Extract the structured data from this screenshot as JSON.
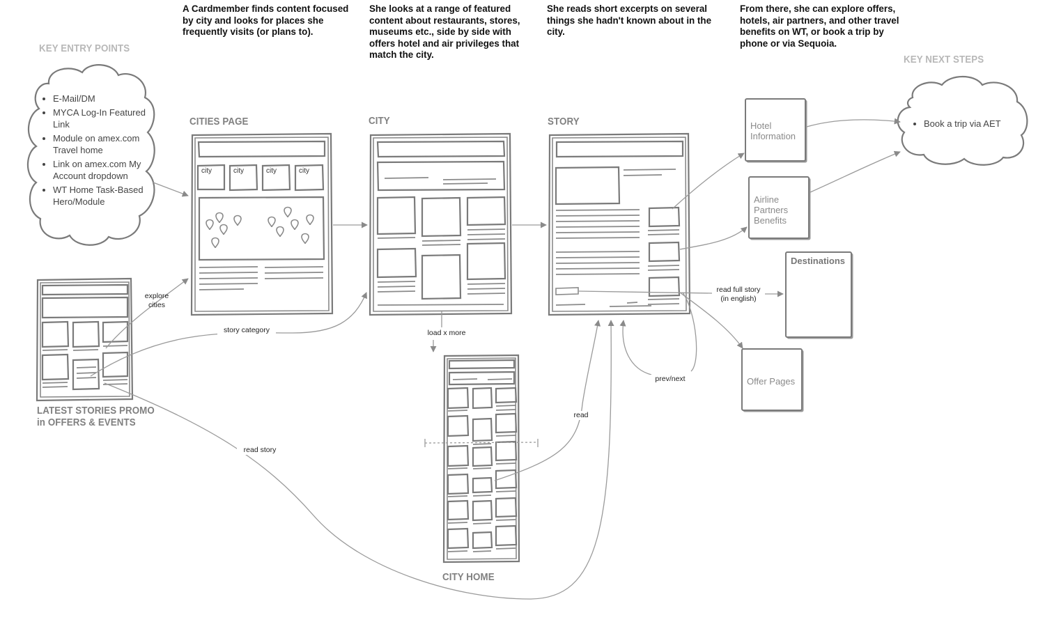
{
  "descriptions": {
    "d1": "A Cardmember finds content focused by city and looks for places she frequently visits (or plans to).",
    "d2": "She looks at a range of featured content about restaurants, stores, museums etc., side by side with offers hotel and air privileges that match the city.",
    "d3": "She reads short excerpts on several things she hadn't known about in the city.",
    "d4": "From there, she can explore offers, hotels, air partners, and other travel benefits on WT, or book a trip by phone or via Sequoia."
  },
  "headers": {
    "entry_points": "KEY ENTRY POINTS",
    "next_steps": "KEY NEXT STEPS",
    "cities_page": "CITIES PAGE",
    "city": "CITY",
    "story": "STORY",
    "latest_stories": "LATEST STORIES PROMO in OFFERS & EVENTS",
    "city_home": "CITY HOME"
  },
  "entry_points": [
    "E-Mail/DM",
    "MYCA Log-In Featured Link",
    "Module on amex.com Travel home",
    "Link on amex.com My Account dropdown",
    "WT Home Task-Based Hero/Module"
  ],
  "next_steps": [
    "Book a trip via AET"
  ],
  "city_tiles": [
    "city",
    "city",
    "city",
    "city"
  ],
  "boxes": {
    "hotel": "Hotel Information",
    "airline": "Airline Partners Benefits",
    "destinations": "Destinations",
    "offers": "Offer Pages"
  },
  "flow_labels": {
    "explore_cities": "explore cities",
    "story_category": "story category",
    "load_more": "load x more",
    "read_story": "read story",
    "read": "read",
    "prev_next": "prev/next",
    "read_full_story": "read full story (in english)"
  }
}
